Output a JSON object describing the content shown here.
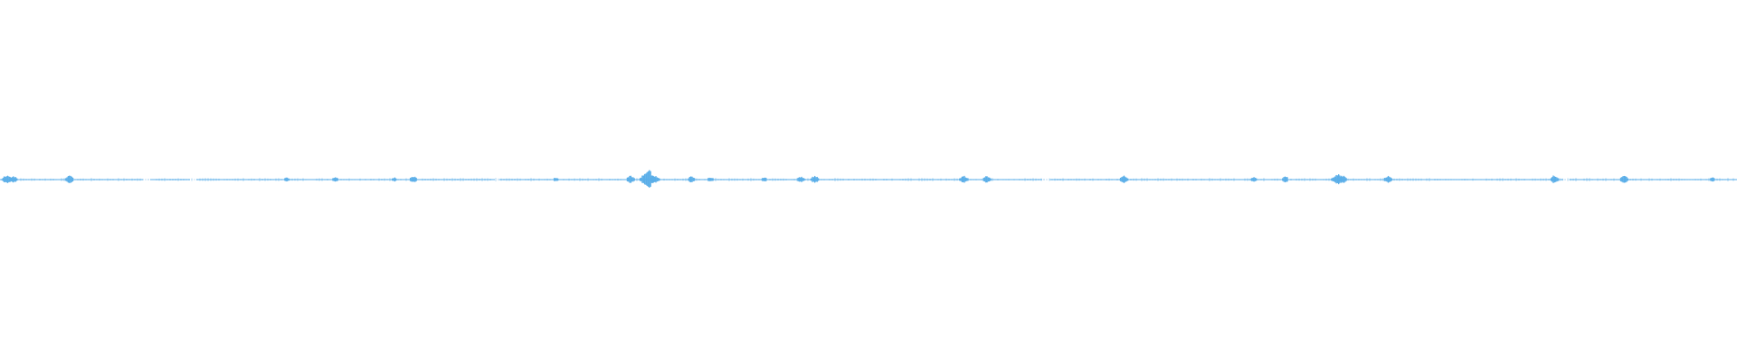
{
  "waveform": {
    "color": "#5aaee8",
    "background": "#ffffff",
    "duration_fraction_range": [
      0,
      1
    ],
    "baseline_segments": [
      [
        0.0,
        0.0825
      ],
      [
        0.0865,
        0.1095
      ],
      [
        0.113,
        0.285
      ],
      [
        0.2875,
        0.6
      ],
      [
        0.6045,
        0.9
      ],
      [
        0.9035,
        1.0
      ]
    ],
    "peaks": [
      {
        "position": 0.004,
        "amplitude": 0.45
      },
      {
        "position": 0.008,
        "amplitude": 0.3
      },
      {
        "position": 0.04,
        "amplitude": 0.4
      },
      {
        "position": 0.165,
        "amplitude": 0.14
      },
      {
        "position": 0.193,
        "amplitude": 0.22
      },
      {
        "position": 0.227,
        "amplitude": 0.16
      },
      {
        "position": 0.238,
        "amplitude": 0.32
      },
      {
        "position": 0.32,
        "amplitude": 0.12
      },
      {
        "position": 0.363,
        "amplitude": 0.35
      },
      {
        "position": 0.373,
        "amplitude": 1.0
      },
      {
        "position": 0.377,
        "amplitude": 0.4
      },
      {
        "position": 0.398,
        "amplitude": 0.28
      },
      {
        "position": 0.409,
        "amplitude": 0.2
      },
      {
        "position": 0.44,
        "amplitude": 0.14
      },
      {
        "position": 0.461,
        "amplitude": 0.26
      },
      {
        "position": 0.469,
        "amplitude": 0.36
      },
      {
        "position": 0.555,
        "amplitude": 0.34
      },
      {
        "position": 0.568,
        "amplitude": 0.32
      },
      {
        "position": 0.647,
        "amplitude": 0.36
      },
      {
        "position": 0.722,
        "amplitude": 0.24
      },
      {
        "position": 0.74,
        "amplitude": 0.28
      },
      {
        "position": 0.77,
        "amplitude": 0.55
      },
      {
        "position": 0.773,
        "amplitude": 0.38
      },
      {
        "position": 0.799,
        "amplitude": 0.34
      },
      {
        "position": 0.895,
        "amplitude": 0.4
      },
      {
        "position": 0.935,
        "amplitude": 0.36
      },
      {
        "position": 0.986,
        "amplitude": 0.18
      }
    ]
  }
}
